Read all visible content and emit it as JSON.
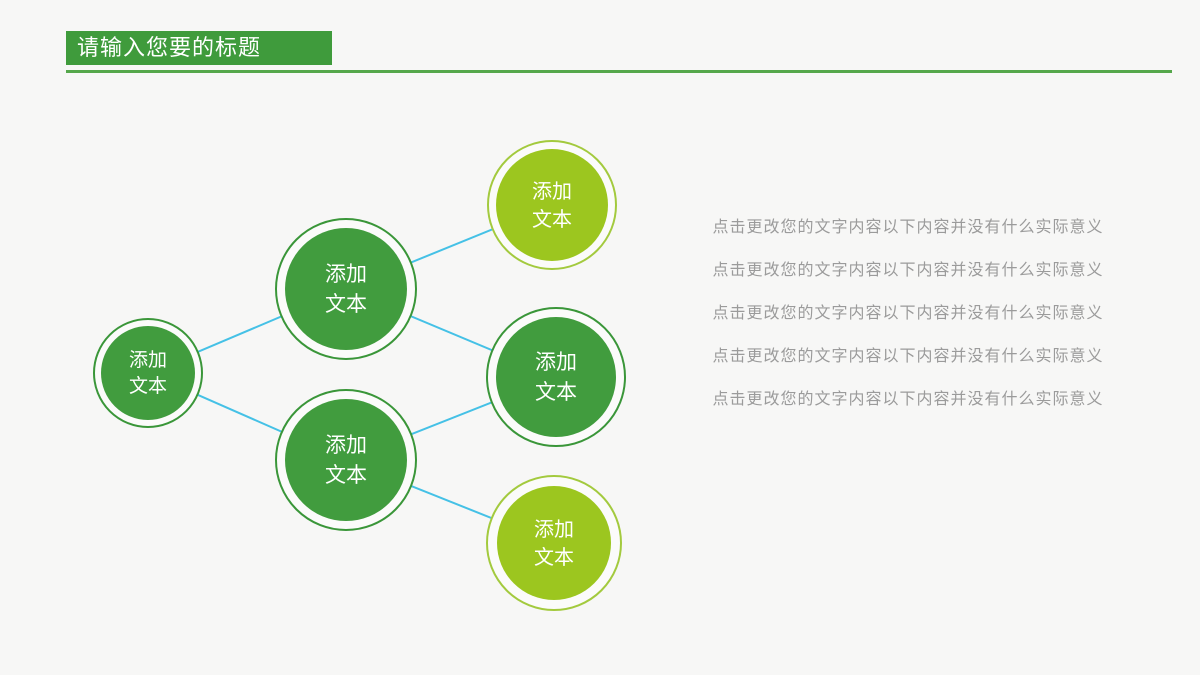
{
  "header": {
    "title": "请输入您要的标题",
    "bar_color": "#3f9b3c",
    "underline_color": "#55a74b"
  },
  "colors": {
    "background": "#f7f7f6",
    "node_dark_green_fill": "#419c3e",
    "node_dark_green_ring": "#3a9639",
    "node_light_green_fill": "#9cc61f",
    "node_light_green_ring": "#a3ca3e",
    "connector_blue": "#45c1e6",
    "body_text_gray": "#9b9b9b",
    "node_text_white": "#ffffff"
  },
  "diagram": {
    "nodes": [
      {
        "id": "left",
        "line1": "添加",
        "line2": "文本",
        "variant": "dark"
      },
      {
        "id": "top-middle",
        "line1": "添加",
        "line2": "文本",
        "variant": "dark"
      },
      {
        "id": "bottom-middle",
        "line1": "添加",
        "line2": "文本",
        "variant": "dark"
      },
      {
        "id": "top-right",
        "line1": "添加",
        "line2": "文本",
        "variant": "light"
      },
      {
        "id": "middle-right",
        "line1": "添加",
        "line2": "文本",
        "variant": "dark"
      },
      {
        "id": "bottom-right",
        "line1": "添加",
        "line2": "文本",
        "variant": "light"
      }
    ],
    "connections": [
      [
        "left",
        "top-middle"
      ],
      [
        "left",
        "bottom-middle"
      ],
      [
        "top-middle",
        "top-right"
      ],
      [
        "top-middle",
        "middle-right"
      ],
      [
        "bottom-middle",
        "middle-right"
      ],
      [
        "bottom-middle",
        "bottom-right"
      ]
    ]
  },
  "paragraphs": [
    "点击更改您的文字内容以下内容并没有什么实际意义",
    "点击更改您的文字内容以下内容并没有什么实际意义",
    "点击更改您的文字内容以下内容并没有什么实际意义",
    "点击更改您的文字内容以下内容并没有什么实际意义",
    "点击更改您的文字内容以下内容并没有什么实际意义"
  ]
}
